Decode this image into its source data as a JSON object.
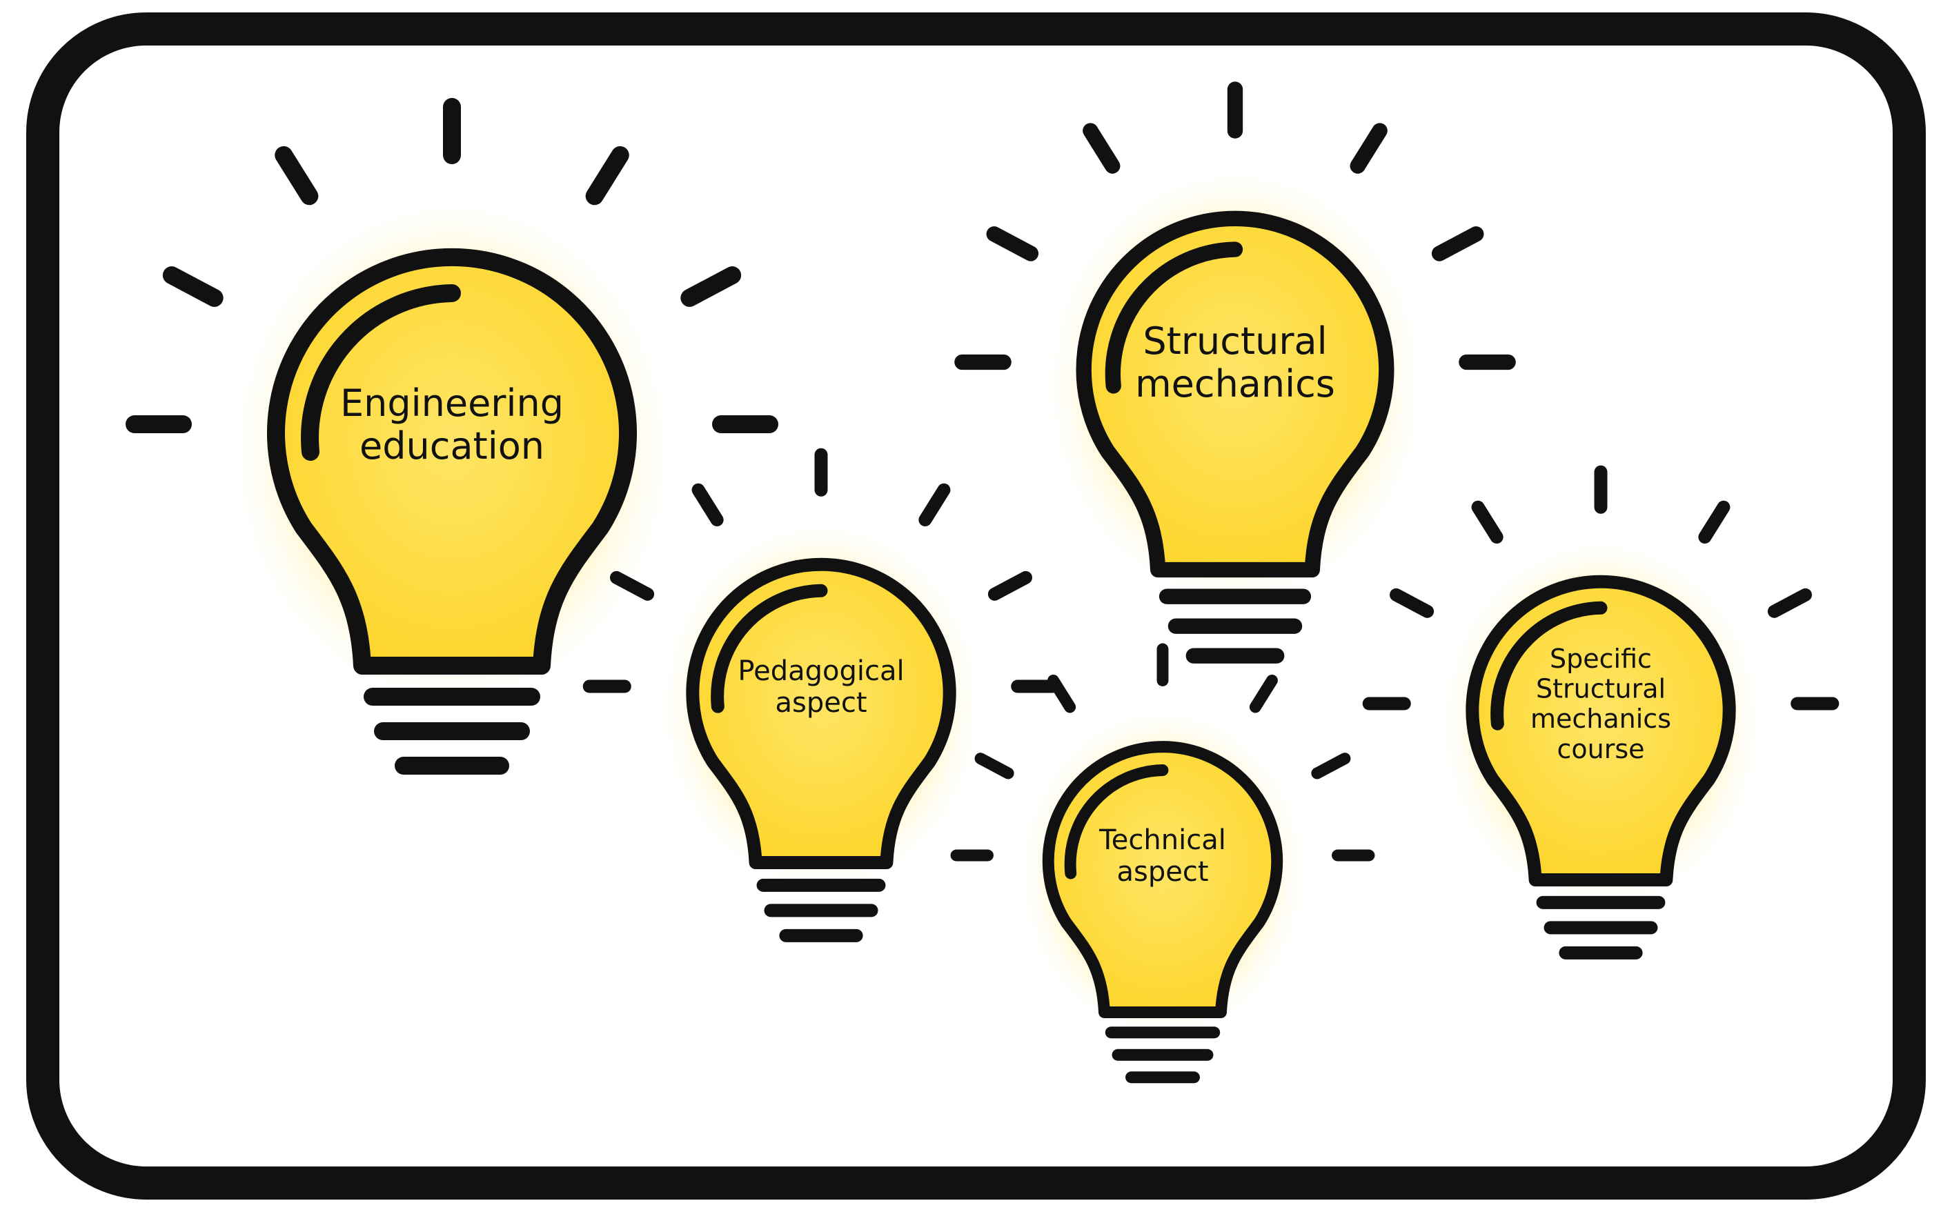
{
  "colors": {
    "background": "#ffffff",
    "frame": "#111111",
    "outline": "#111111",
    "bulb_fill": "#fde146",
    "glow": "#fdd835",
    "text": "#111111"
  },
  "bulbs": [
    {
      "id": "engineering-education",
      "lines": [
        "Engineering",
        "education"
      ]
    },
    {
      "id": "structural-mechanics",
      "lines": [
        "Structural",
        "mechanics"
      ]
    },
    {
      "id": "pedagogical-aspect",
      "lines": [
        "Pedagogical",
        "aspect"
      ]
    },
    {
      "id": "technical-aspect",
      "lines": [
        "Technical",
        "aspect"
      ]
    },
    {
      "id": "specific-course",
      "lines": [
        "Specific",
        "Structural",
        "mechanics",
        "course"
      ]
    }
  ]
}
